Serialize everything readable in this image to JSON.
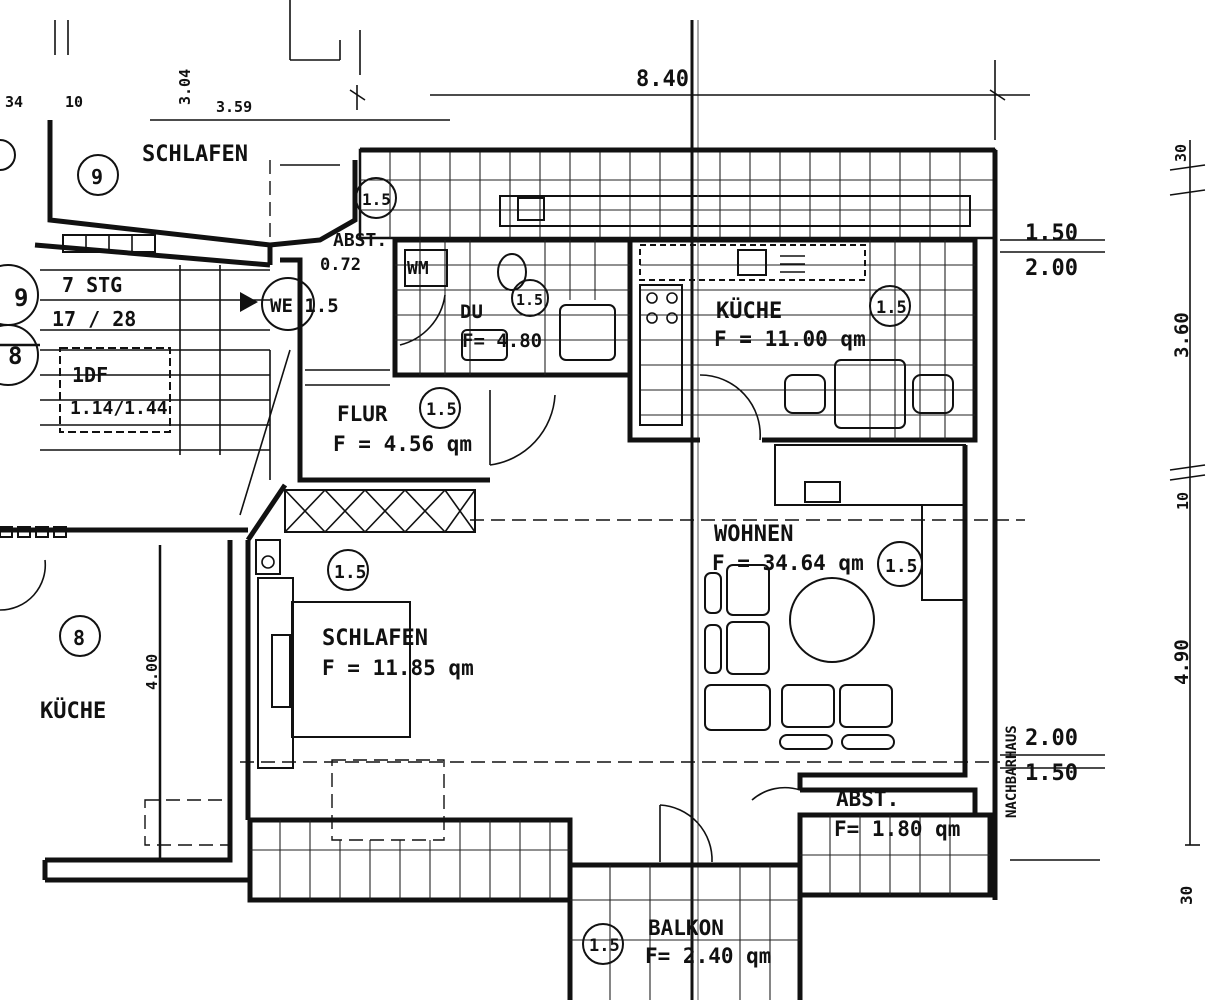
{
  "rooms": {
    "schlafen_upper": "SCHLAFEN",
    "badge_9a": "9",
    "badge_9b": "9",
    "badge_8a": "8",
    "badge_8b": "8",
    "kueche_left": "KÜCHE",
    "stair_label": "7 STG",
    "stair_ratio": "17 / 28",
    "tdf": "1DF",
    "tdf_dims": "1.14/1.44",
    "we": "WE 1.5",
    "abst_top": "ABST.",
    "abst_top_area": "0.72",
    "wm": "WM",
    "du": "DU",
    "du_area": "F= 4.80",
    "kueche_name": "KÜCHE",
    "kueche_area": "F = 11.00 qm",
    "flur_name": "FLUR",
    "flur_area": "F = 4.56 qm",
    "wohnen_name": "WOHNEN",
    "wohnen_area": "F = 34.64 qm",
    "schlafen_name": "SCHLAFEN",
    "schlafen_area": "F = 11.85 qm",
    "abst_name": "ABST.",
    "abst_area": "F= 1.80 qm",
    "balkon_name": "BALKON",
    "balkon_area": "F= 2.40 qm",
    "nachbarhaus": "NACHBARHAUS",
    "unit_code": "1.5"
  },
  "dims": {
    "d_34": "34",
    "d_10": "10",
    "d_304": "3.04",
    "d_359": "3.59",
    "d_840": "8.40",
    "d_150a": "1.50",
    "d_200a": "2.00",
    "d_30a": "30",
    "d_360": "3.60",
    "d_10b": "10",
    "d_490": "4.90",
    "d_200b": "2.00",
    "d_150b": "1.50",
    "d_400": "4.00",
    "d_30b": "30"
  }
}
